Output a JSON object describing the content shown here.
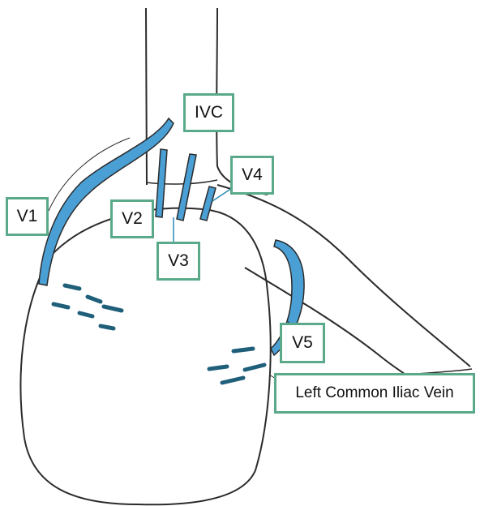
{
  "labels": {
    "ivc": "IVC",
    "v1": "V1",
    "v2": "V2",
    "v3": "V3",
    "v4": "V4",
    "v5": "V5",
    "left_common_iliac_vein": "Left Common Iliac Vein"
  },
  "colors": {
    "label_border": "#5aa98a",
    "vein_fill": "#4a9fd4",
    "ink": "#2b2b2b"
  }
}
